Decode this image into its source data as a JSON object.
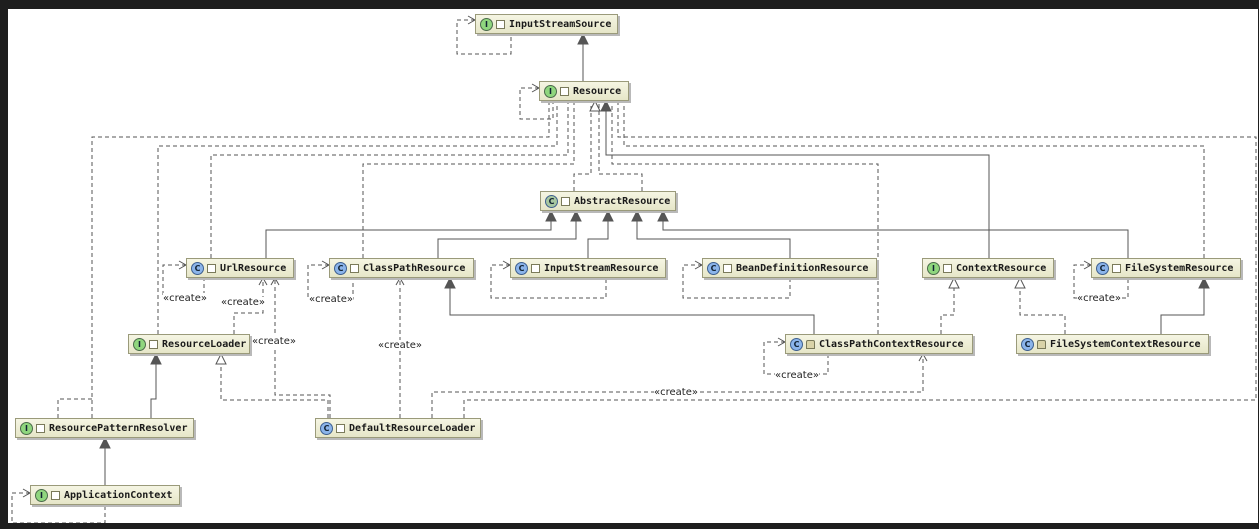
{
  "nodes": {
    "input_stream_source": {
      "kind": "interface",
      "kind_letter": "I",
      "label": "InputStreamSource"
    },
    "resource": {
      "kind": "interface",
      "kind_letter": "I",
      "label": "Resource"
    },
    "abstract_resource": {
      "kind": "abstract-class",
      "kind_letter": "C",
      "label": "AbstractResource"
    },
    "url_resource": {
      "kind": "class",
      "kind_letter": "C",
      "label": "UrlResource"
    },
    "class_path_resource": {
      "kind": "class",
      "kind_letter": "C",
      "label": "ClassPathResource"
    },
    "input_stream_resource": {
      "kind": "class",
      "kind_letter": "C",
      "label": "InputStreamResource"
    },
    "bean_definition_resource": {
      "kind": "class",
      "kind_letter": "C",
      "label": "BeanDefinitionResource"
    },
    "context_resource": {
      "kind": "interface",
      "kind_letter": "I",
      "label": "ContextResource"
    },
    "file_system_resource": {
      "kind": "class",
      "kind_letter": "C",
      "label": "FileSystemResource"
    },
    "resource_loader": {
      "kind": "interface",
      "kind_letter": "I",
      "label": "ResourceLoader"
    },
    "class_path_context_resource": {
      "kind": "class",
      "kind_letter": "C",
      "label": "ClassPathContextResource"
    },
    "file_system_context_resource": {
      "kind": "class",
      "kind_letter": "C",
      "label": "FileSystemContextResource"
    },
    "resource_pattern_resolver": {
      "kind": "interface",
      "kind_letter": "I",
      "label": "ResourcePatternResolver"
    },
    "default_resource_loader": {
      "kind": "class",
      "kind_letter": "C",
      "label": "DefaultResourceLoader"
    },
    "application_context": {
      "kind": "interface",
      "kind_letter": "I",
      "label": "ApplicationContext"
    }
  },
  "edge_labels": {
    "create": "«create»"
  },
  "colors": {
    "edge": "#555555",
    "node_fill": "#efefd8",
    "interface_icon": "#8fd67e",
    "class_icon": "#8bb4ea"
  }
}
